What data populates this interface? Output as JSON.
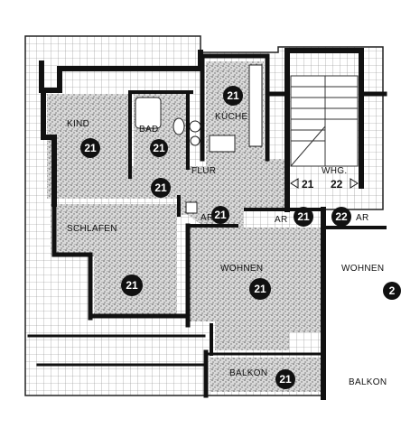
{
  "rooms": {
    "kind": {
      "label": "KIND",
      "unit": "21"
    },
    "bad": {
      "label": "BAD",
      "unit": "21"
    },
    "kueche": {
      "label": "KÜCHE",
      "unit": "21"
    },
    "flur": {
      "label": "FLUR",
      "unit": "21"
    },
    "schlafen": {
      "label": "SCHLAFEN",
      "unit": "21"
    },
    "wohnen": {
      "label": "WOHNEN",
      "unit": "21"
    },
    "balkon": {
      "label": "BALKON",
      "unit": "21"
    },
    "ar_flur": {
      "label": "AR",
      "unit": "21"
    },
    "ar_stair": {
      "label": "AR",
      "unit": "21"
    },
    "ar_next": {
      "label": "AR",
      "unit": "22"
    },
    "wohnen_next": {
      "label": "WOHNEN",
      "unit": "2"
    },
    "balkon_next": {
      "label": "BALKON"
    }
  },
  "stair": {
    "label": "WHG.",
    "left_unit": "21",
    "right_unit": "22"
  },
  "colors": {
    "wall": "#111111",
    "floor_hatch": "#8a8a8a",
    "background": "#ffffff",
    "badge": "#111111"
  }
}
